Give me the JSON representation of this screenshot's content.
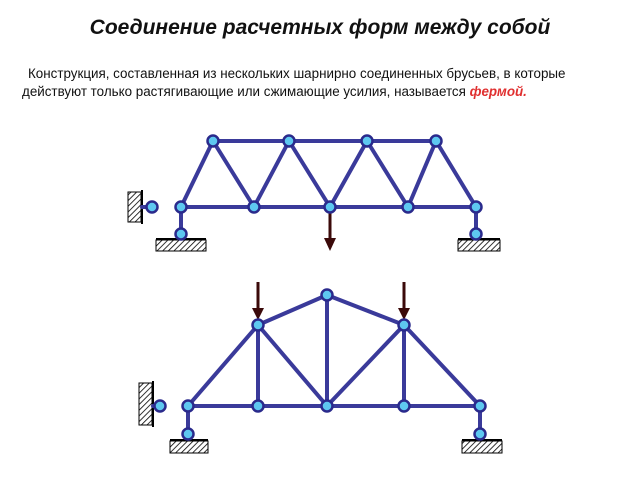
{
  "slide": {
    "title": "Соединение расчетных форм между собой",
    "paragraph_lead": "Конструкция, составленная из нескольких шарнирно соединенных брусьев, в которые действуют только растягивающие или сжимающие усилия, называется ",
    "paragraph_term": "фермой."
  },
  "colors": {
    "bar": "#3a3a9a",
    "joint_fill": "#5ec8f0",
    "joint_stroke": "#2a2a8c",
    "load_arrow": "#3b0a0a",
    "term_highlight": "#e03030"
  },
  "icons": {
    "joint": "pin-joint-icon",
    "support": "hatched-support-icon",
    "load": "down-arrow-icon"
  }
}
